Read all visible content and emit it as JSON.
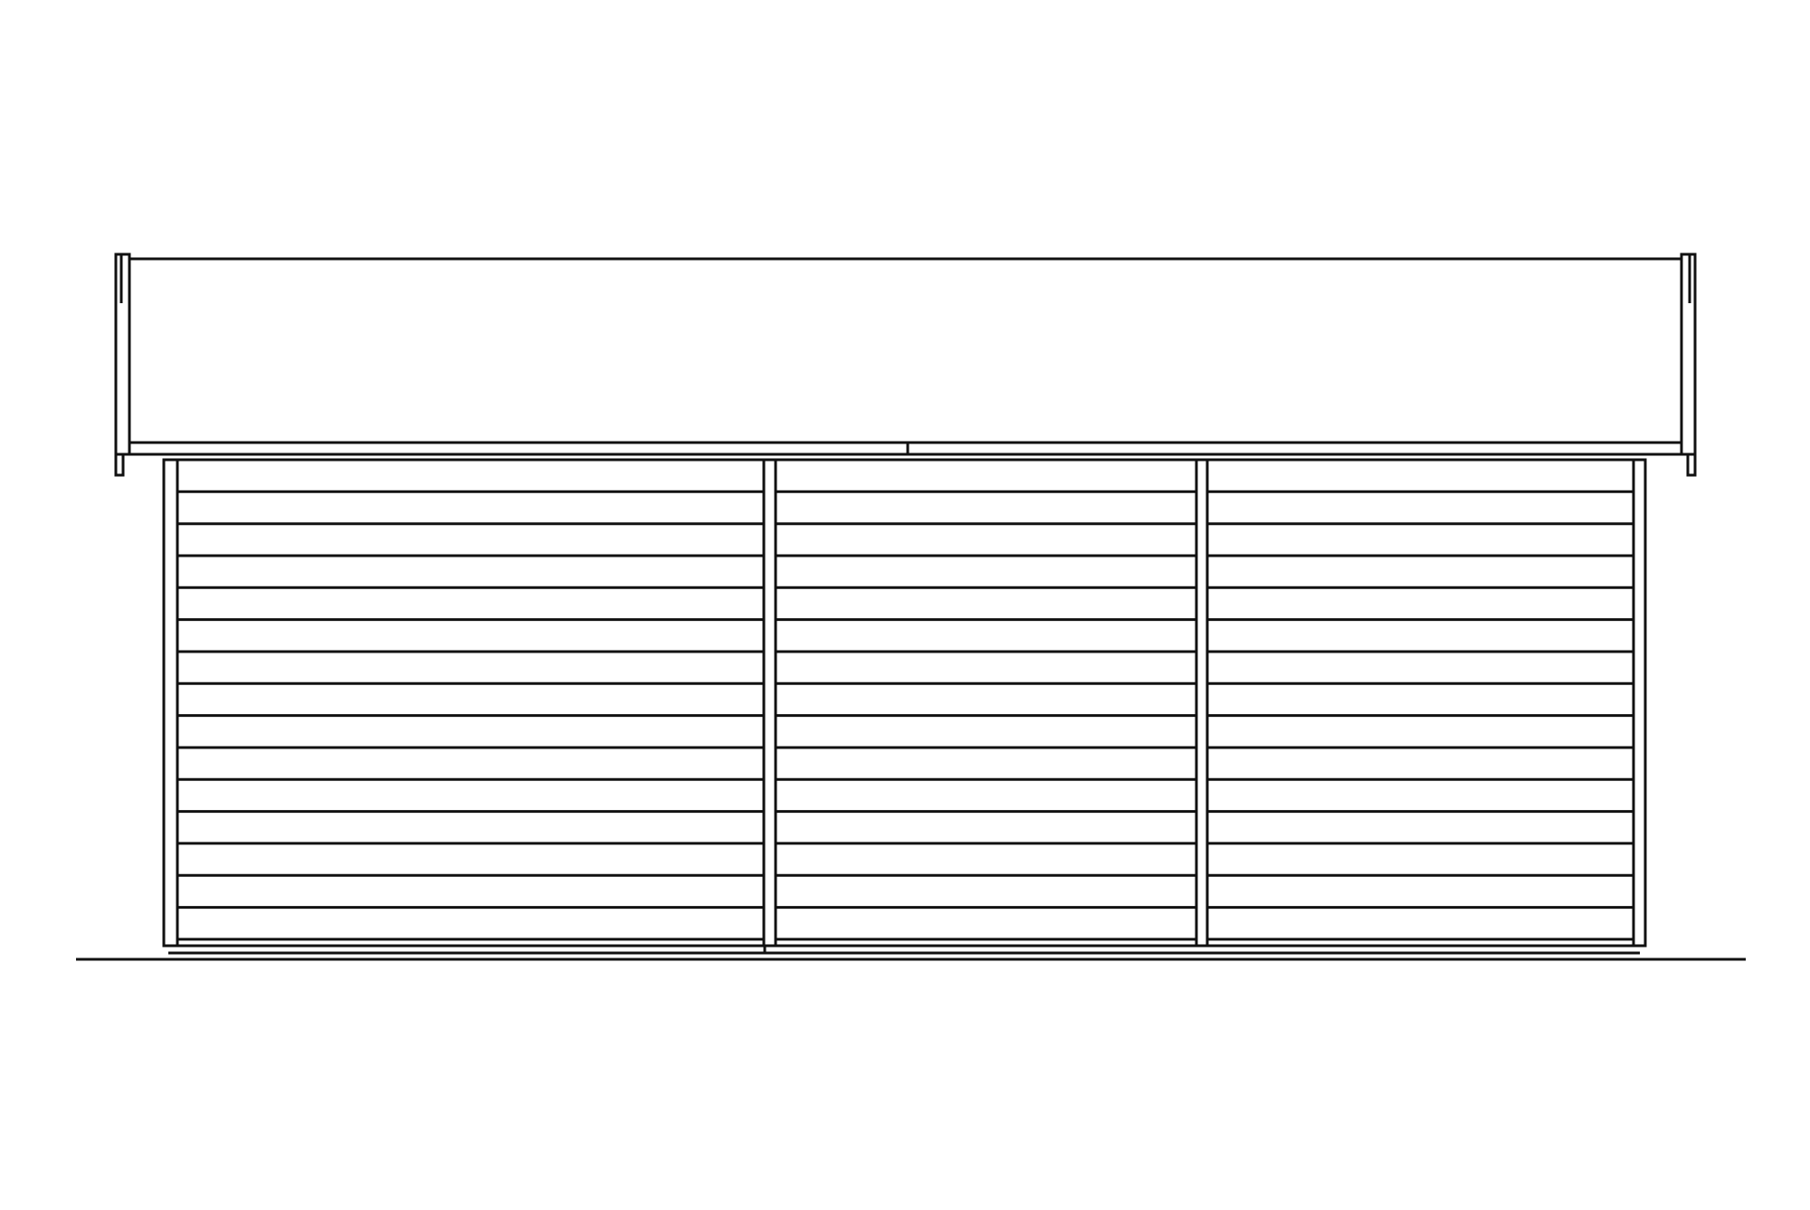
{
  "drawing": {
    "line_color": "#111111",
    "background_color": "#ffffff",
    "wall_bay_board_counts": [
      15,
      15,
      15
    ]
  }
}
